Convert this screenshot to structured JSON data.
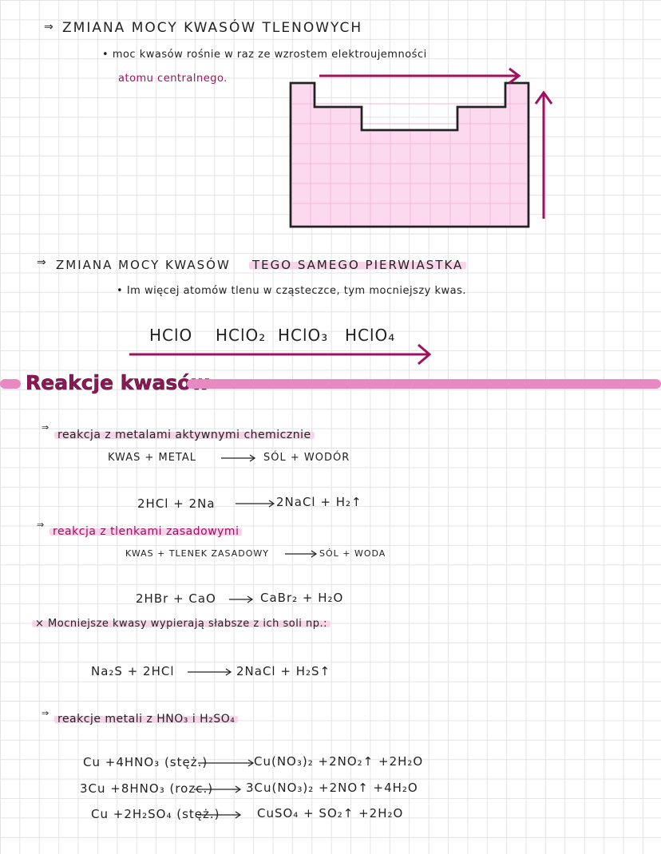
{
  "section1": {
    "title": "ZMIANA MOCY   KWASÓW   TLENOWYCH",
    "bullet_line1": "moc kwasów rośnie w raz ze wzrostem elektroujemności",
    "bullet_line2": "atomu centralnego."
  },
  "section2": {
    "title_a": "ZMIANA MOCY KWASÓW",
    "title_b": "TEGO SAMEGO PIERWIASTKA",
    "bullet": "Im więcej atomów tlenu w cząsteczce, tym mocniejszy kwas.",
    "acids": [
      "HClO",
      "HClO₂",
      "HClO₃",
      "HClO₄"
    ]
  },
  "heading": "Reakcje kwasów",
  "r1": {
    "title": "reakcja z metalami aktywnymi chemicznie",
    "scheme_left": "KWAS + METAL",
    "scheme_right": "SÓL + WODÓR",
    "example_left": "2HCl + 2Na",
    "example_right": "2NaCl + H₂↑"
  },
  "r2": {
    "title": "reakcja z tlenkami zasadowymi",
    "scheme_left": "KWAS + TLENEK ZASADOWY",
    "scheme_right": "SÓL + WODA",
    "example_left": "2HBr + CaO",
    "example_right": "CaBr₂ + H₂O"
  },
  "note": {
    "text": "× Mocniejsze kwasy wypierają słabsze z ich soli np.:",
    "example_left": "Na₂S + 2HCl",
    "example_right": "2NaCl + H₂S↑"
  },
  "r3": {
    "title": "reakcje metali z HNO₃ i H₂SO₄",
    "eq1_left": "Cu +4HNO₃ (stęż.)",
    "eq1_right": "Cu(NO₃)₂ +2NO₂↑ +2H₂O",
    "eq2_left": "3Cu +8HNO₃ (rozc.)",
    "eq2_right": "3Cu(NO₃)₂ +2NO↑ +4H₂O",
    "eq3_left": "Cu +2H₂SO₄ (stęż.)",
    "eq3_right": "CuSO₄ + SO₂↑ +2H₂O"
  },
  "colors": {
    "magenta": "#a0105f",
    "pink_fill": "#fcd9ef",
    "highlight": "#f7d4ea",
    "bar": "#e88ac1"
  }
}
